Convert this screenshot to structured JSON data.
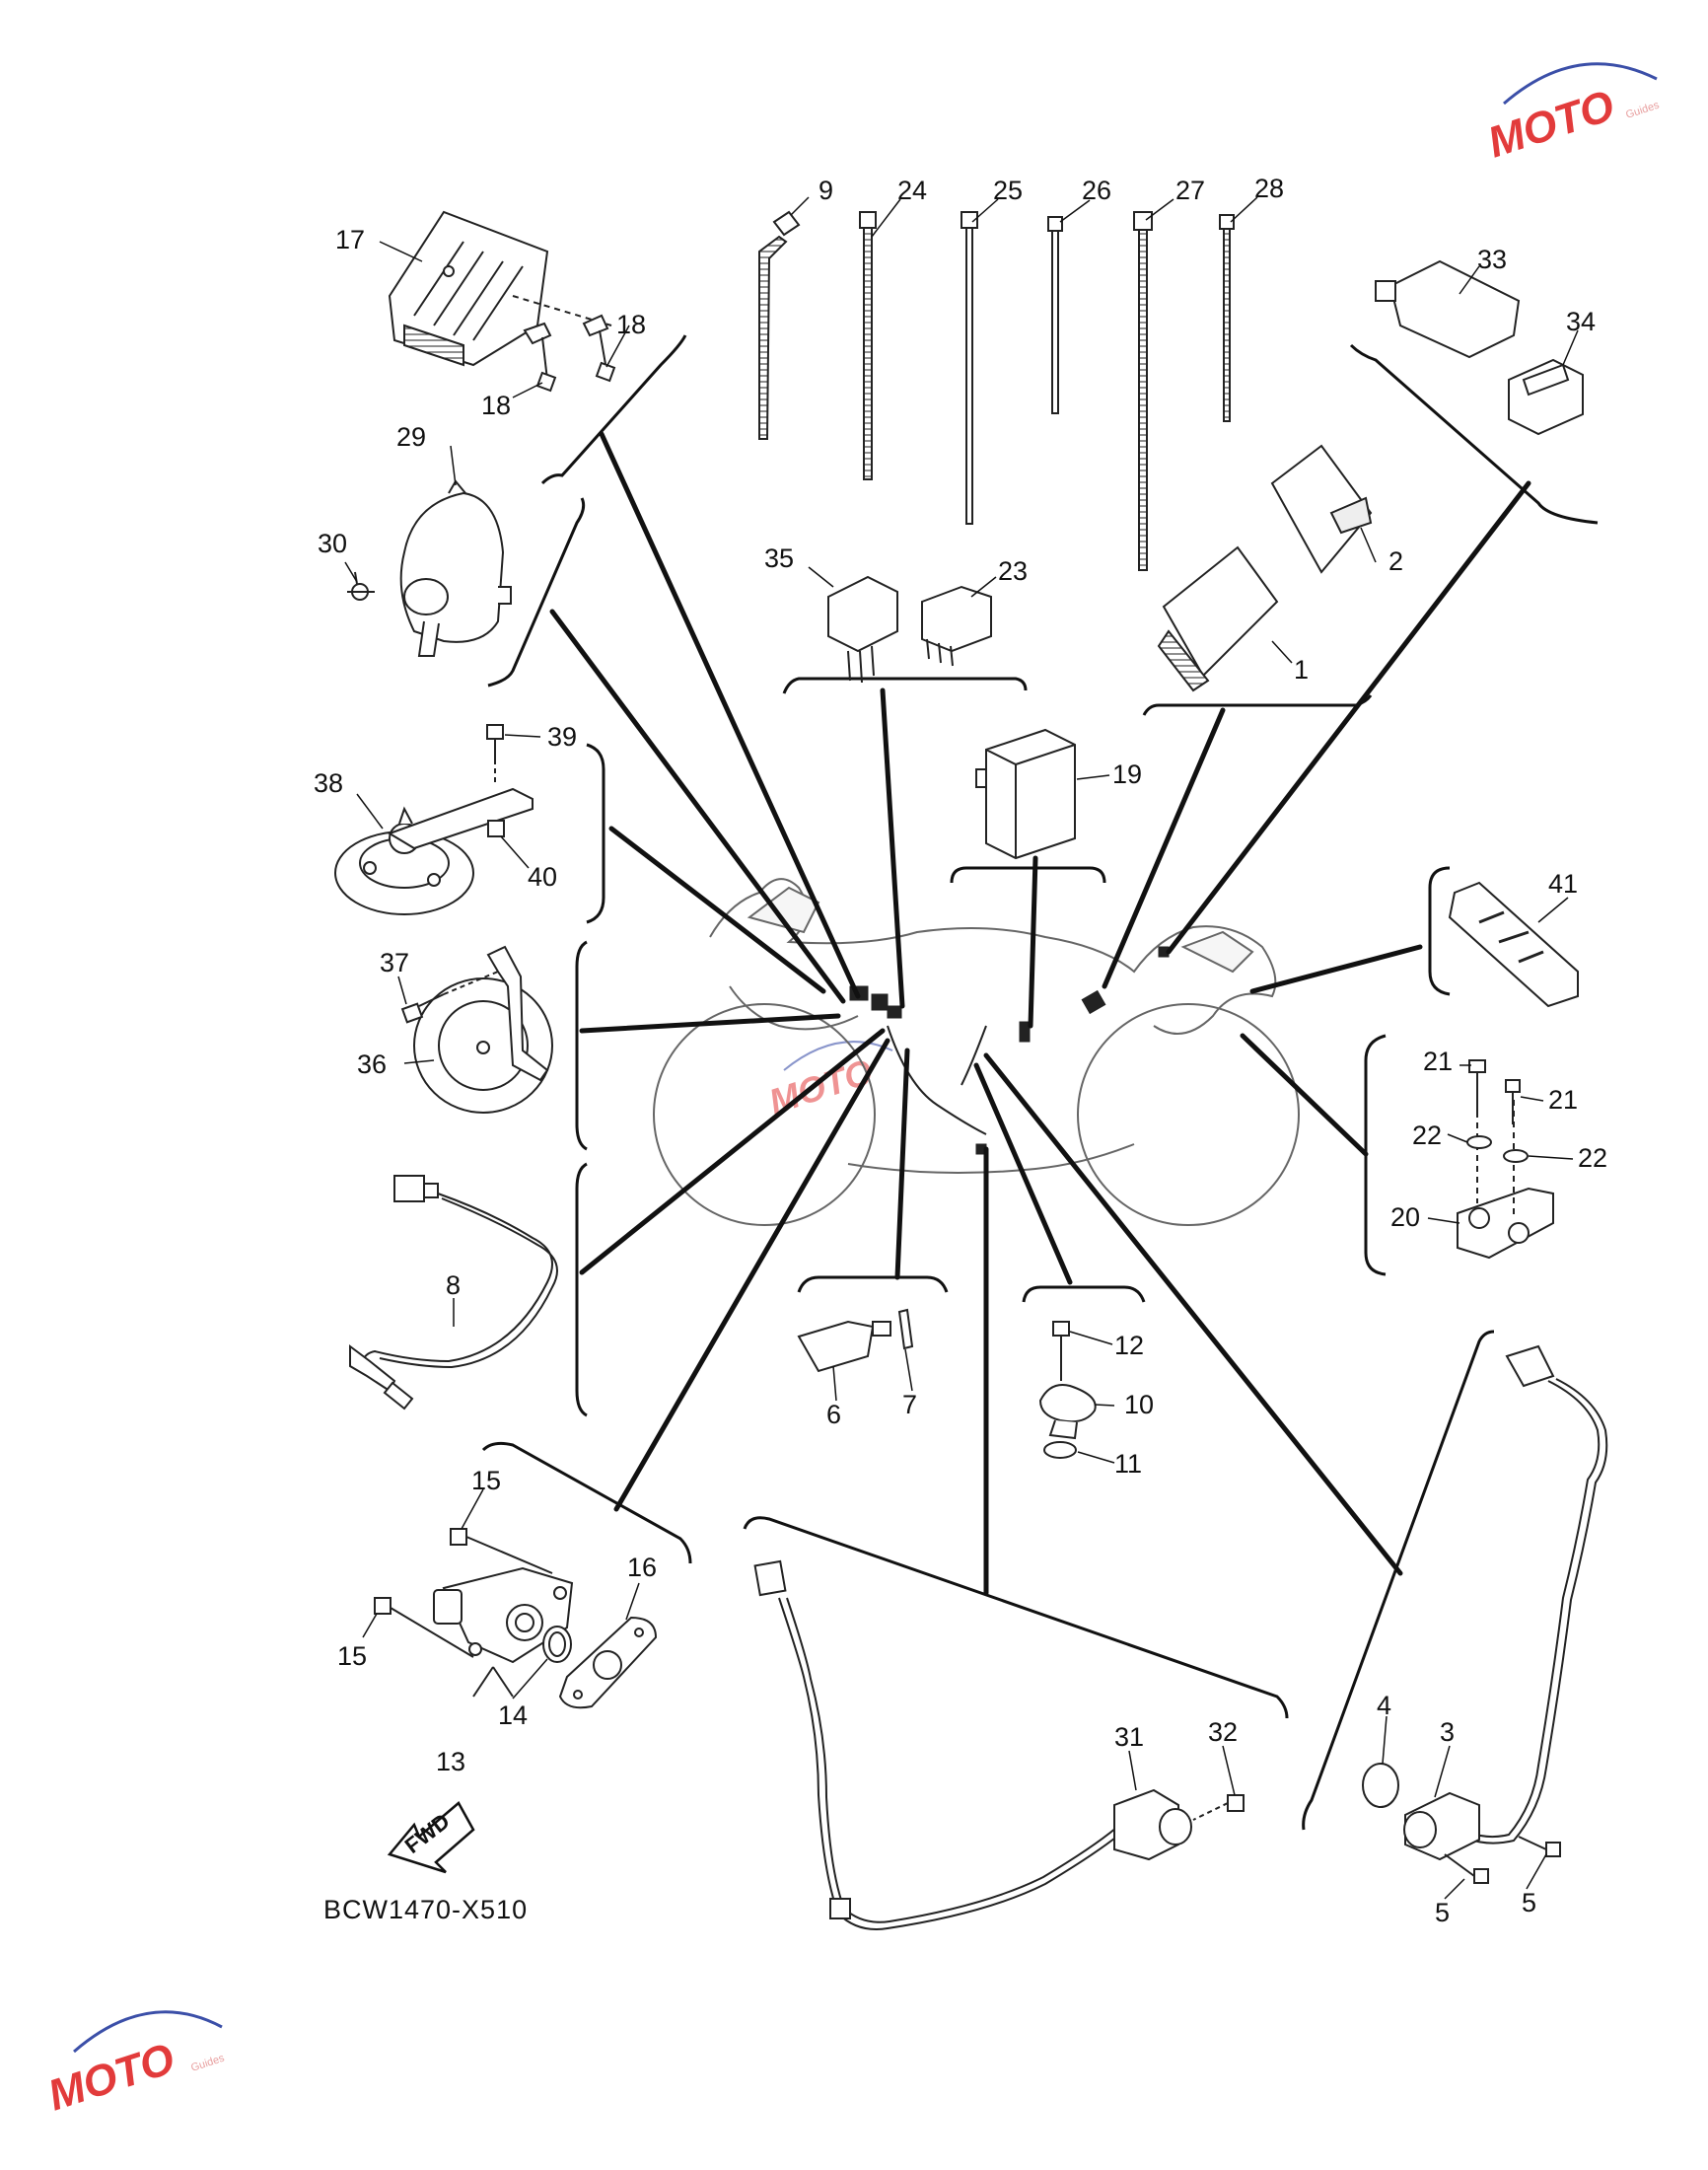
{
  "diagram_code": "BCW1470-X510",
  "fwd_label": "FWD",
  "watermark": {
    "brand": "MOTO",
    "sub": "Guides",
    "color": "#e23b3b",
    "accent": "#3b4fa8"
  },
  "parts": [
    {
      "no": "1"
    },
    {
      "no": "2"
    },
    {
      "no": "3"
    },
    {
      "no": "4"
    },
    {
      "no": "5"
    },
    {
      "no": "6"
    },
    {
      "no": "7"
    },
    {
      "no": "8"
    },
    {
      "no": "9"
    },
    {
      "no": "10"
    },
    {
      "no": "11"
    },
    {
      "no": "12"
    },
    {
      "no": "13"
    },
    {
      "no": "14"
    },
    {
      "no": "15"
    },
    {
      "no": "16"
    },
    {
      "no": "17"
    },
    {
      "no": "18"
    },
    {
      "no": "19"
    },
    {
      "no": "20"
    },
    {
      "no": "21"
    },
    {
      "no": "22"
    },
    {
      "no": "23"
    },
    {
      "no": "24"
    },
    {
      "no": "25"
    },
    {
      "no": "26"
    },
    {
      "no": "27"
    },
    {
      "no": "28"
    },
    {
      "no": "29"
    },
    {
      "no": "30"
    },
    {
      "no": "31"
    },
    {
      "no": "32"
    },
    {
      "no": "33"
    },
    {
      "no": "34"
    },
    {
      "no": "35"
    },
    {
      "no": "36"
    },
    {
      "no": "37"
    },
    {
      "no": "38"
    },
    {
      "no": "39"
    },
    {
      "no": "40"
    },
    {
      "no": "41"
    }
  ]
}
